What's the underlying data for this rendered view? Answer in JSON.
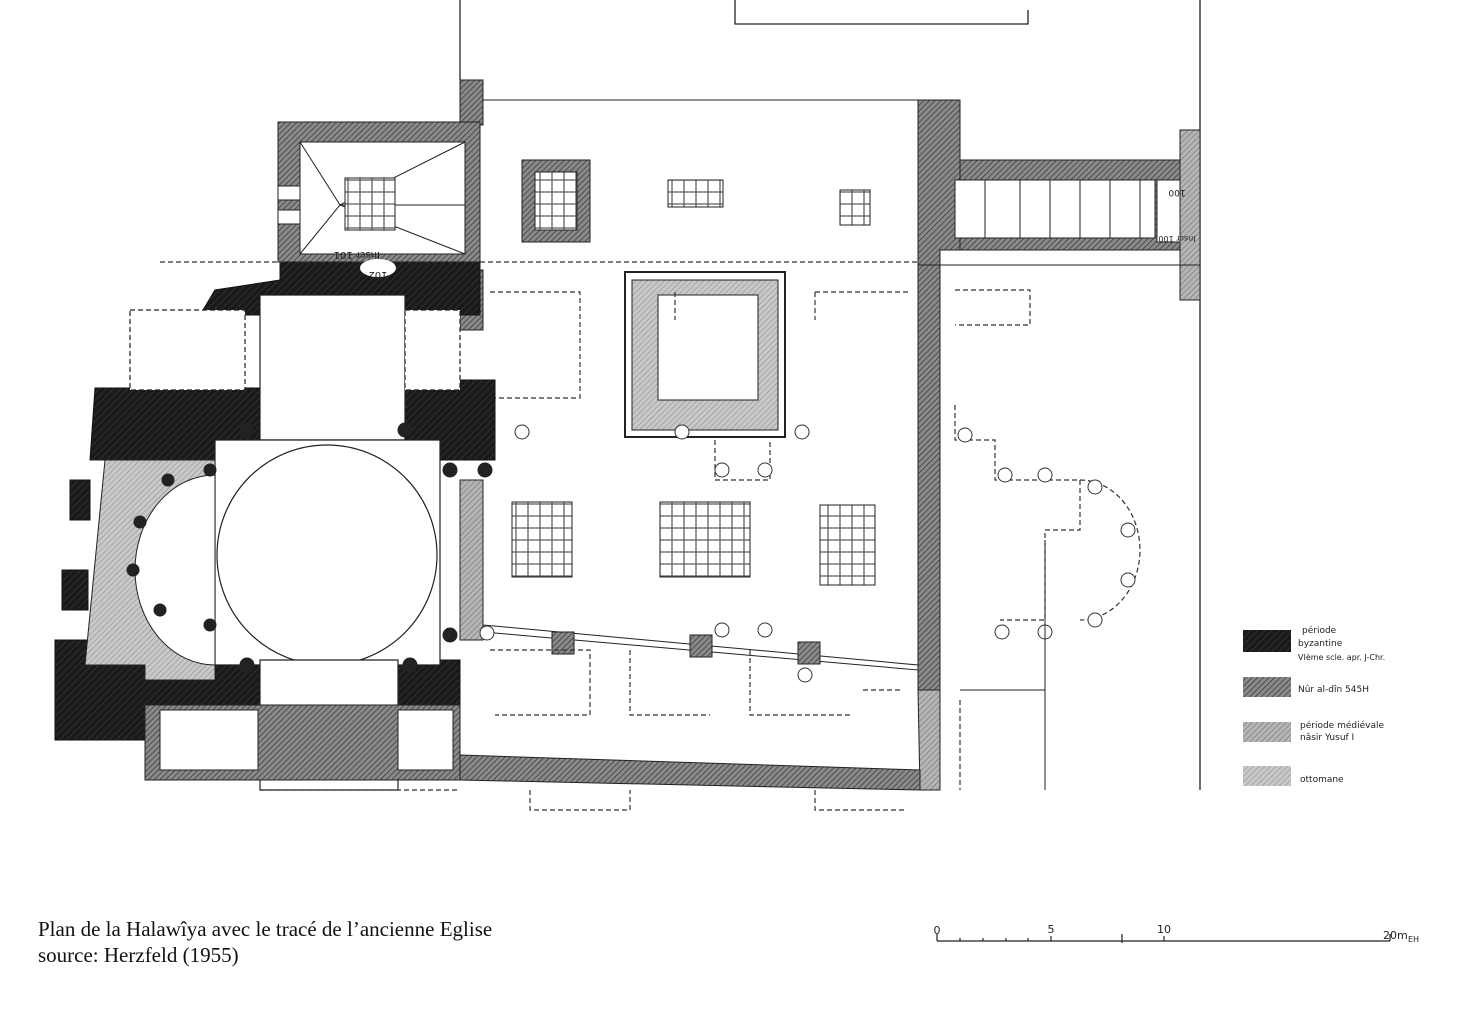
{
  "caption": {
    "line1": "Plan de la Halawîya avec le tracé de l’ancienne Eglise",
    "line2": "source: Herzfeld (1955)"
  },
  "legend": [
    {
      "label_lines": [
        "période",
        "byzantine",
        "VIème scle. apr. J-Chr."
      ],
      "color": "#151515"
    },
    {
      "label_lines": [
        "Nûr al-dîn 545H"
      ],
      "color": "#555555"
    },
    {
      "label_lines": [
        "période médiévale",
        "nâsir Yusuf I"
      ],
      "color": "#8a8a8a"
    },
    {
      "label_lines": [
        "ottomane"
      ],
      "color": "#a8a8a8"
    }
  ],
  "scale": {
    "ticks": [
      "0",
      "5",
      "10",
      "20m"
    ],
    "initials": "EH"
  },
  "inscriptions": {
    "inscr_101": "Inscr 101",
    "n102": "102",
    "n100": "100",
    "inscr_100": "Inscr 100"
  }
}
